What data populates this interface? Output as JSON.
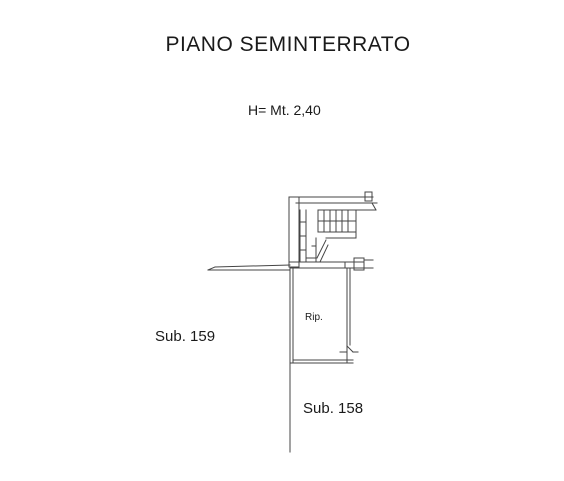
{
  "drawing": {
    "title": "PIANO SEMINTERRATO",
    "height_note": "H= Mt. 2,40",
    "room_label": "Rip.",
    "neighbor_left": "Sub. 159",
    "neighbor_below": "Sub. 158",
    "line_color": "#444444"
  }
}
